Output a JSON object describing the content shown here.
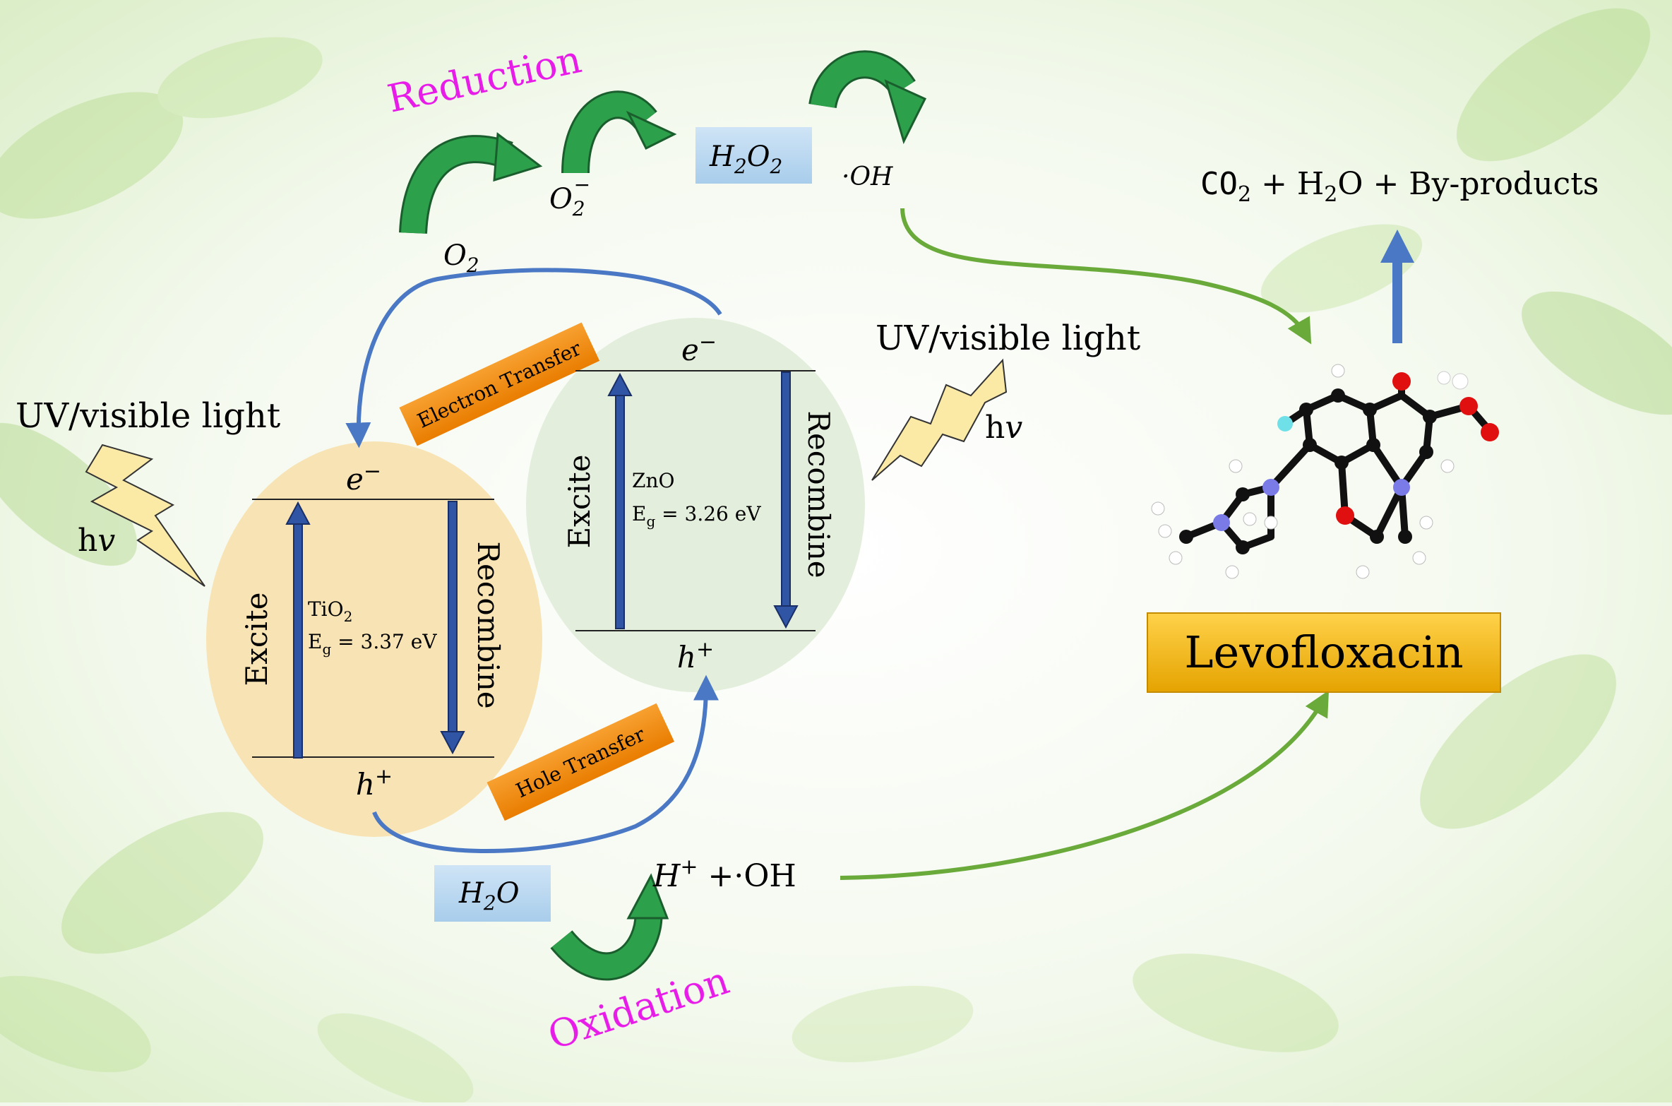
{
  "labels": {
    "reduction": "Reduction",
    "oxidation": "Oxidation",
    "o2": "O",
    "o2_sub": "2",
    "superoxide": "O",
    "superoxide_sub": "2",
    "superoxide_sup": "−",
    "h2o2": "H",
    "h2o2_sub1": "2",
    "h2o2_mid": "O",
    "h2o2_sub2": "2",
    "oh_radical": "·OH",
    "products_co2": "CO",
    "products_co2_sub": "2",
    "products_plus1": " +  H",
    "products_h2o_sub": "2",
    "products_rest": "O + By-products",
    "uv_left": "UV/visible light",
    "hv_left": "h",
    "hv_left_nu": "v",
    "uv_right": "UV/visible light",
    "hv_right": "h",
    "hv_right_nu": "v",
    "electron_transfer": "Electron Transfer",
    "hole_transfer": "Hole Transfer",
    "tio2_electron": "e",
    "tio2_electron_sup": "−",
    "tio2_hole": "h",
    "tio2_hole_sup": "+",
    "tio2_excite": "Excite",
    "tio2_recombine": "Recombine",
    "tio2_name": "TiO",
    "tio2_name_sub": "2",
    "tio2_gap": "E",
    "tio2_gap_sub": "g",
    "tio2_gap_val": " = 3.37 eV",
    "zno_electron": "e",
    "zno_electron_sup": "−",
    "zno_hole": "h",
    "zno_hole_sup": "+",
    "zno_excite": "Excite",
    "zno_recombine": "Recombine",
    "zno_name": "ZnO",
    "zno_gap": "E",
    "zno_gap_sub": "g",
    "zno_gap_val": " = 3.26 eV",
    "h2o": "H",
    "h2o_sub": "2",
    "h2o_rest": "O",
    "hplus_oh": "H",
    "hplus_oh_sup": "+",
    "hplus_oh_rest": " +·OH",
    "levofloxacin": "Levofloxacin"
  },
  "colors": {
    "magenta": "#e81ce8",
    "green_arrow": "#1e8a3c",
    "olive_arrow": "#6aaa3a",
    "blue_arrow": "#4a78c4",
    "band_arrow": "#2f55a4",
    "orange_box": "#f08a0c",
    "tio2_circle": "#f8e3b4",
    "zno_circle": "#e4eedc",
    "label_box": "#b8d8f0",
    "levo_box": "#f5b800",
    "lightning": "#fbe9a6"
  }
}
